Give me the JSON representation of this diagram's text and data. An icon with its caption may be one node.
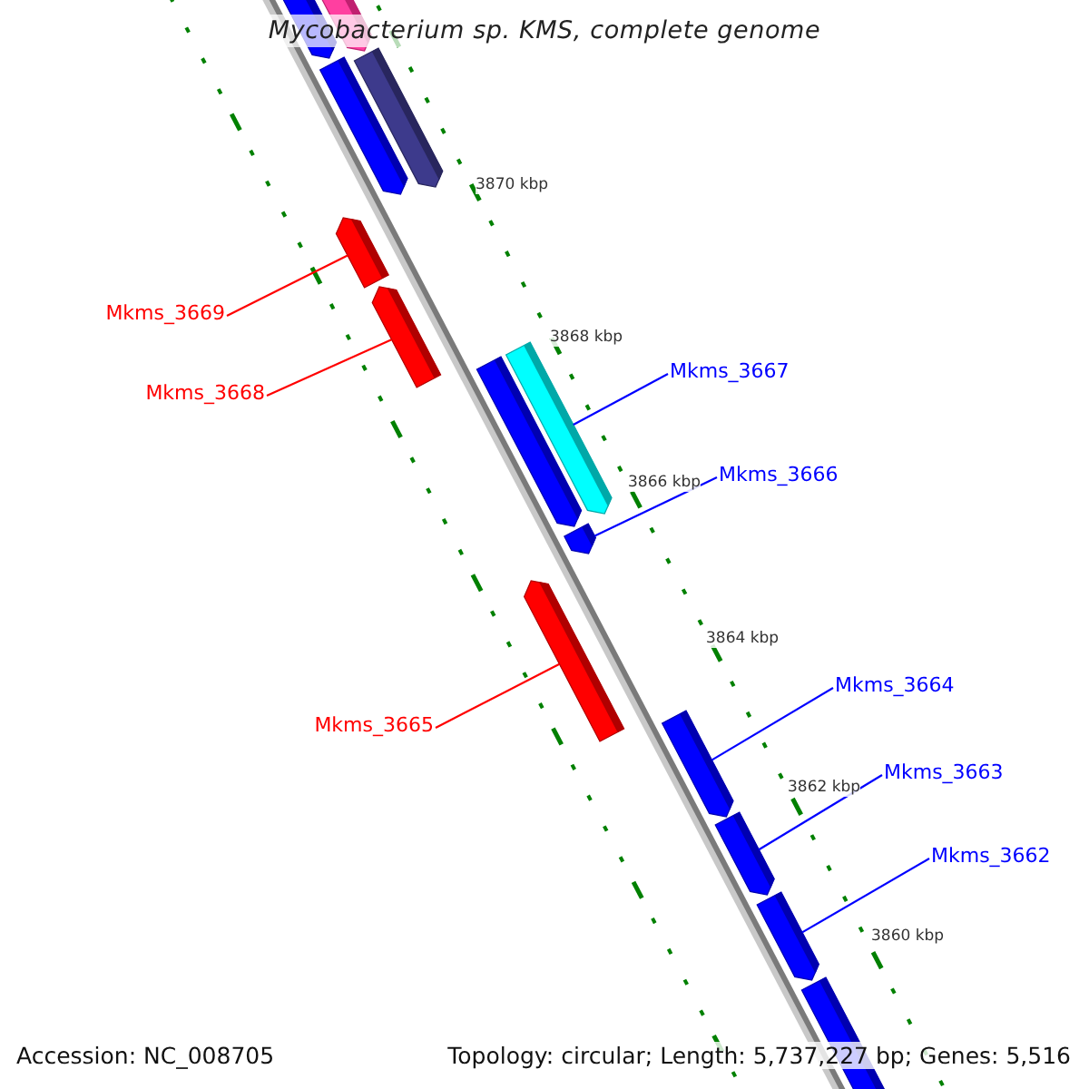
{
  "diagram": {
    "title": "Mycobacterium sp. KMS, complete genome",
    "nodes": [
      {
        "text": [
          "Mkms_3669"
        ]
      },
      {
        "text": [
          "Mkms_3668"
        ]
      },
      {
        "text": [
          "Mkms_3667"
        ]
      },
      {
        "text": [
          "Mkms_3666"
        ]
      },
      {
        "text": [
          "Mkms_3665"
        ]
      },
      {
        "text": [
          "Mkms_3664"
        ]
      },
      {
        "text": [
          "Mkms_3663"
        ]
      },
      {
        "text": [
          "Mkms_3662"
        ]
      },
      {
        "text": [],
        "shape": "bar"
      },
      {
        "text": [],
        "shape": "bar"
      },
      {
        "text": [],
        "shape": "bar"
      },
      {
        "text": [],
        "shape": "bar"
      },
      {
        "text": [],
        "shape": "bar"
      },
      {
        "text": [],
        "shape": "bar"
      },
      {
        "text": [],
        "shape": "bar"
      },
      {
        "text": [],
        "shape": "bar"
      },
      {
        "text": [],
        "shape": "bar"
      },
      {
        "text": [],
        "shape": "bar"
      },
      {
        "text": [],
        "shape": "bar"
      },
      {
        "text": [],
        "shape": "bar"
      },
      {
        "text": [],
        "shape": "bar"
      },
      {
        "text": [],
        "shape": "bar"
      }
    ],
    "edges": [
      {
        "from": 0,
        "to": 12,
        "arrow": "none",
        "color": "#ff0000"
      },
      {
        "from": 1,
        "to": 13,
        "arrow": "none",
        "color": "#ff0000"
      },
      {
        "from": 2,
        "to": 14,
        "arrow": "none"
      },
      {
        "from": 3,
        "to": 16,
        "arrow": "none"
      },
      {
        "from": 4,
        "to": 17,
        "arrow": "none",
        "color": "#ff0000"
      },
      {
        "from": 5,
        "to": 18,
        "arrow": "none"
      },
      {
        "from": 6,
        "to": 19,
        "arrow": "none"
      },
      {
        "from": 7,
        "to": 20,
        "arrow": "none"
      }
    ],
    "labels": [
      "3870 kbp",
      "3868 kbp",
      "3866 kbp",
      "3864 kbp",
      "3862 kbp",
      "3860 kbp",
      "Accession: NC_008705",
      "Topology: circular; Length: 5,737,227 bp; Genes: 5,516"
    ]
  }
}
